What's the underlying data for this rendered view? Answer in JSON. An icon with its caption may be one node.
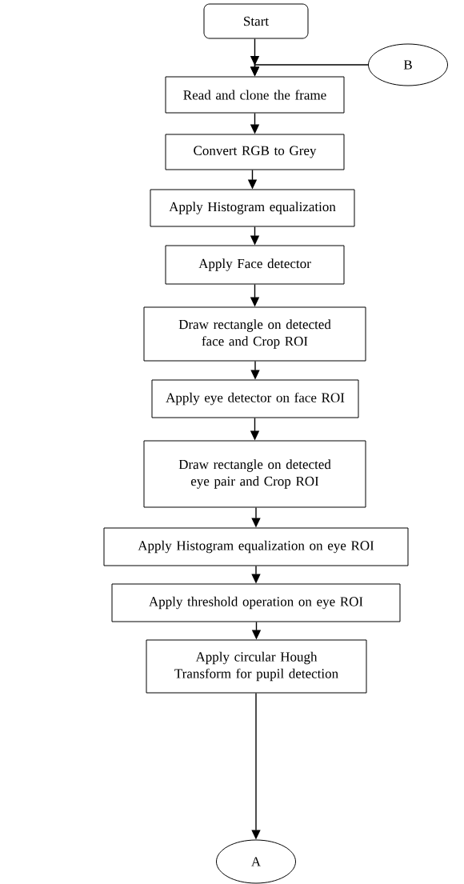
{
  "diagram": {
    "nodes": [
      {
        "text": [
          "Start"
        ]
      },
      {
        "text": [
          "B"
        ]
      },
      {
        "text": [
          "Read and clone the frame"
        ]
      },
      {
        "text": [
          "Convert RGB to Grey"
        ]
      },
      {
        "text": [
          "Apply Histogram equalization"
        ]
      },
      {
        "text": [
          "Apply Face detector"
        ]
      },
      {
        "text": [
          "Draw rectangle on detected face and Crop ROI"
        ]
      },
      {
        "text": [
          "Apply eye detector on face ROI"
        ]
      },
      {
        "text": [
          "Draw rectangle on detected eye pair and Crop ROI"
        ]
      },
      {
        "text": [
          "Apply Histogram equalization on eye ROI"
        ]
      },
      {
        "text": [
          "Apply threshold operation on eye ROI"
        ]
      },
      {
        "text": [
          "Apply circular Hough Transform for pupil detection"
        ]
      },
      {
        "text": [
          "A"
        ]
      }
    ],
    "edges": [
      {
        "from": 0,
        "to": 2,
        "arrow": "to"
      },
      {
        "from": 1,
        "to": 2,
        "arrow": "to"
      },
      {
        "from": 2,
        "to": 3,
        "arrow": "to"
      },
      {
        "from": 3,
        "to": 4,
        "arrow": "to"
      },
      {
        "from": 4,
        "to": 5,
        "arrow": "to"
      },
      {
        "from": 5,
        "to": 6,
        "arrow": "to"
      },
      {
        "from": 6,
        "to": 7,
        "arrow": "to"
      },
      {
        "from": 7,
        "to": 8,
        "arrow": "to"
      },
      {
        "from": 8,
        "to": 9,
        "arrow": "to"
      },
      {
        "from": 9,
        "to": 10,
        "arrow": "to"
      },
      {
        "from": 10,
        "to": 11,
        "arrow": "to"
      },
      {
        "from": 11,
        "to": 12,
        "arrow": "to"
      }
    ]
  }
}
